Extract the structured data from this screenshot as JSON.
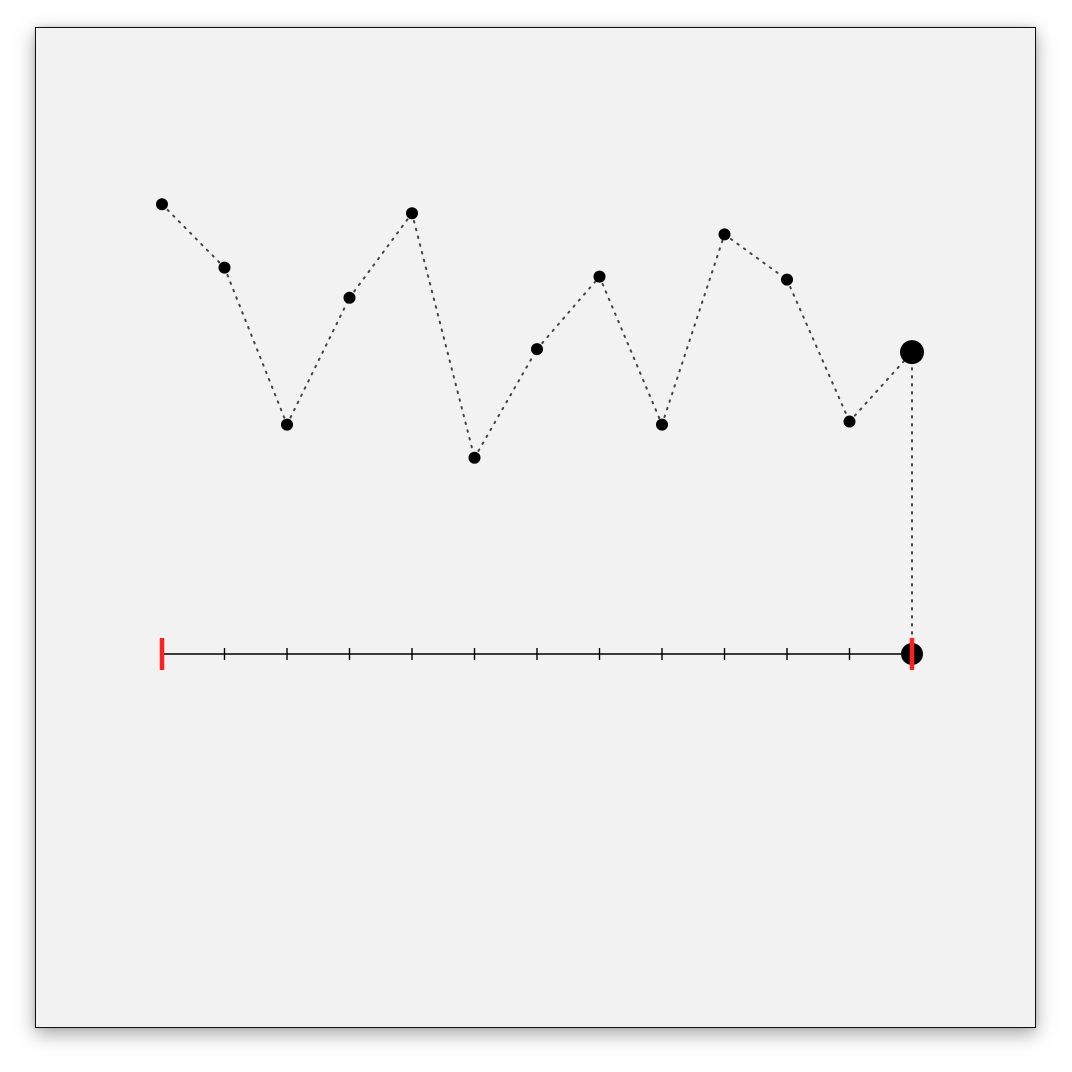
{
  "colors": {
    "background": "#f2f2f2",
    "frame_border": "#111111",
    "points": "#000000",
    "connectors": "#444444",
    "axis": "#000000",
    "cursor_marker": "#ff2020"
  },
  "chart_data": {
    "type": "scatter",
    "title": "",
    "xlabel": "",
    "ylabel": "",
    "x": [
      0,
      1,
      2,
      3,
      4,
      5,
      6,
      7,
      8,
      9,
      10,
      11,
      12
    ],
    "values": [
      0.89,
      0.68,
      0.16,
      0.58,
      0.86,
      0.05,
      0.41,
      0.65,
      0.16,
      0.79,
      0.64,
      0.17,
      0.4
    ],
    "connector_style": "dotted",
    "xlim": [
      0,
      12
    ],
    "ylim": [
      -0.6,
      1.0
    ],
    "grid": false,
    "highlighted_index": 12,
    "axis_start_marker": 0,
    "axis_end_marker": 12
  }
}
